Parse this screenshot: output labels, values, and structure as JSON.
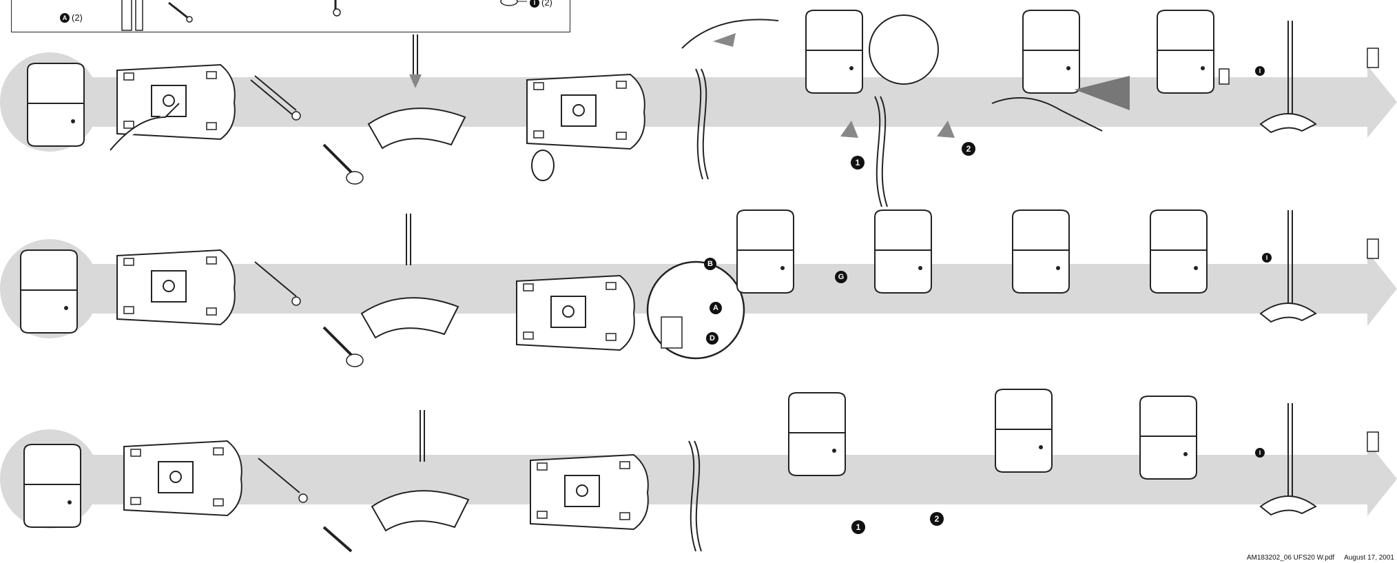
{
  "parts_box": {
    "label_a_letter": "A",
    "label_a_count": "(2)",
    "label_i_letter": "I",
    "label_i_count": "(2)"
  },
  "rows": [
    {
      "id": "row-1",
      "callout_1": "1",
      "callout_2": "2",
      "label_i": "I"
    },
    {
      "id": "row-2",
      "callout_b": "B",
      "callout_a": "A",
      "callout_d": "D",
      "callout_g": "G",
      "label_i": "I"
    },
    {
      "id": "row-3",
      "callout_1": "1",
      "callout_2": "2",
      "label_i": "I"
    }
  ],
  "footer": {
    "filename": "AM183202_06 UFS20 W.pdf",
    "date": "August 17, 2001"
  },
  "colors": {
    "band": "#d9d9d9",
    "line": "#222222",
    "fill_light": "#f2f2f2",
    "callout": "#111111"
  }
}
